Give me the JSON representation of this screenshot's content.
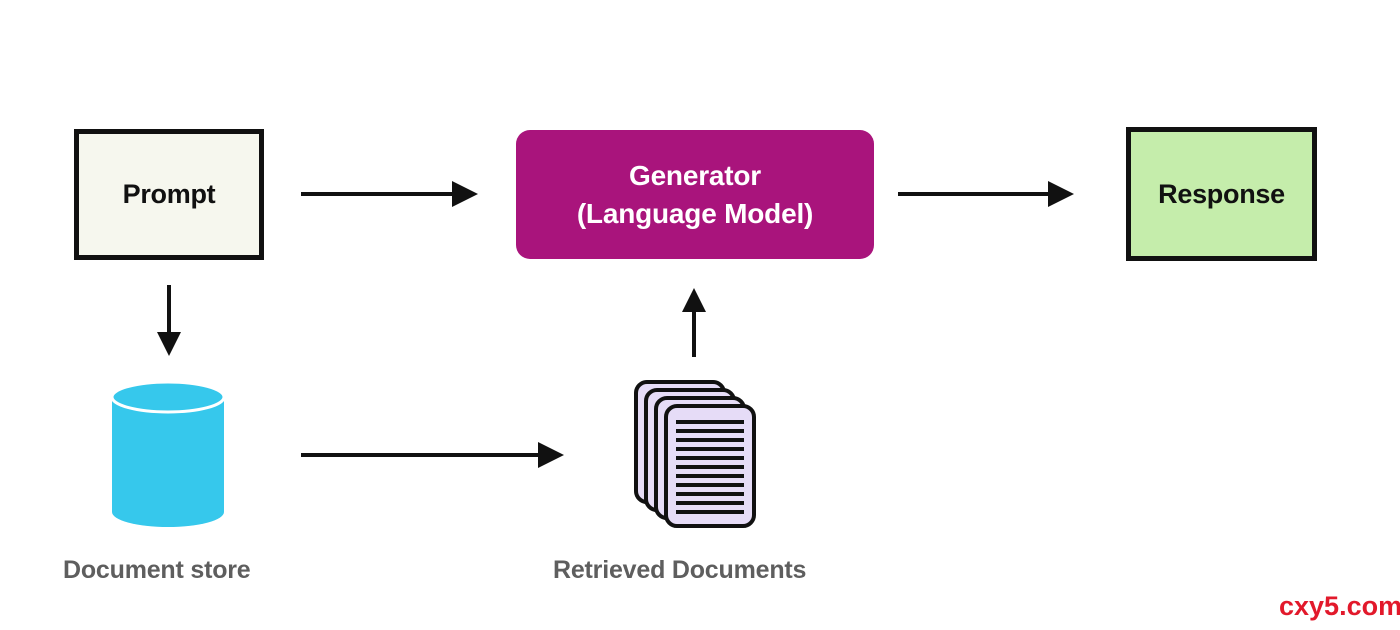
{
  "nodes": {
    "prompt": {
      "label": "Prompt"
    },
    "generator": {
      "line1": "Generator",
      "line2": "(Language Model)"
    },
    "response": {
      "label": "Response"
    }
  },
  "labels": {
    "document_store": "Document store",
    "retrieved_documents": "Retrieved Documents"
  },
  "watermark": "cxy5.com",
  "colors": {
    "generator_fill": "#a9147c",
    "response_fill": "#c5edab",
    "prompt_fill": "#f6f7ee",
    "database_fill": "#36c8ec",
    "document_fill": "#e6dcf7",
    "arrow": "#111111",
    "caption_text": "#5e5e5e",
    "watermark_text": "#e2192b"
  },
  "icons": {
    "database": "database-cylinder-icon",
    "documents": "document-stack-icon"
  }
}
